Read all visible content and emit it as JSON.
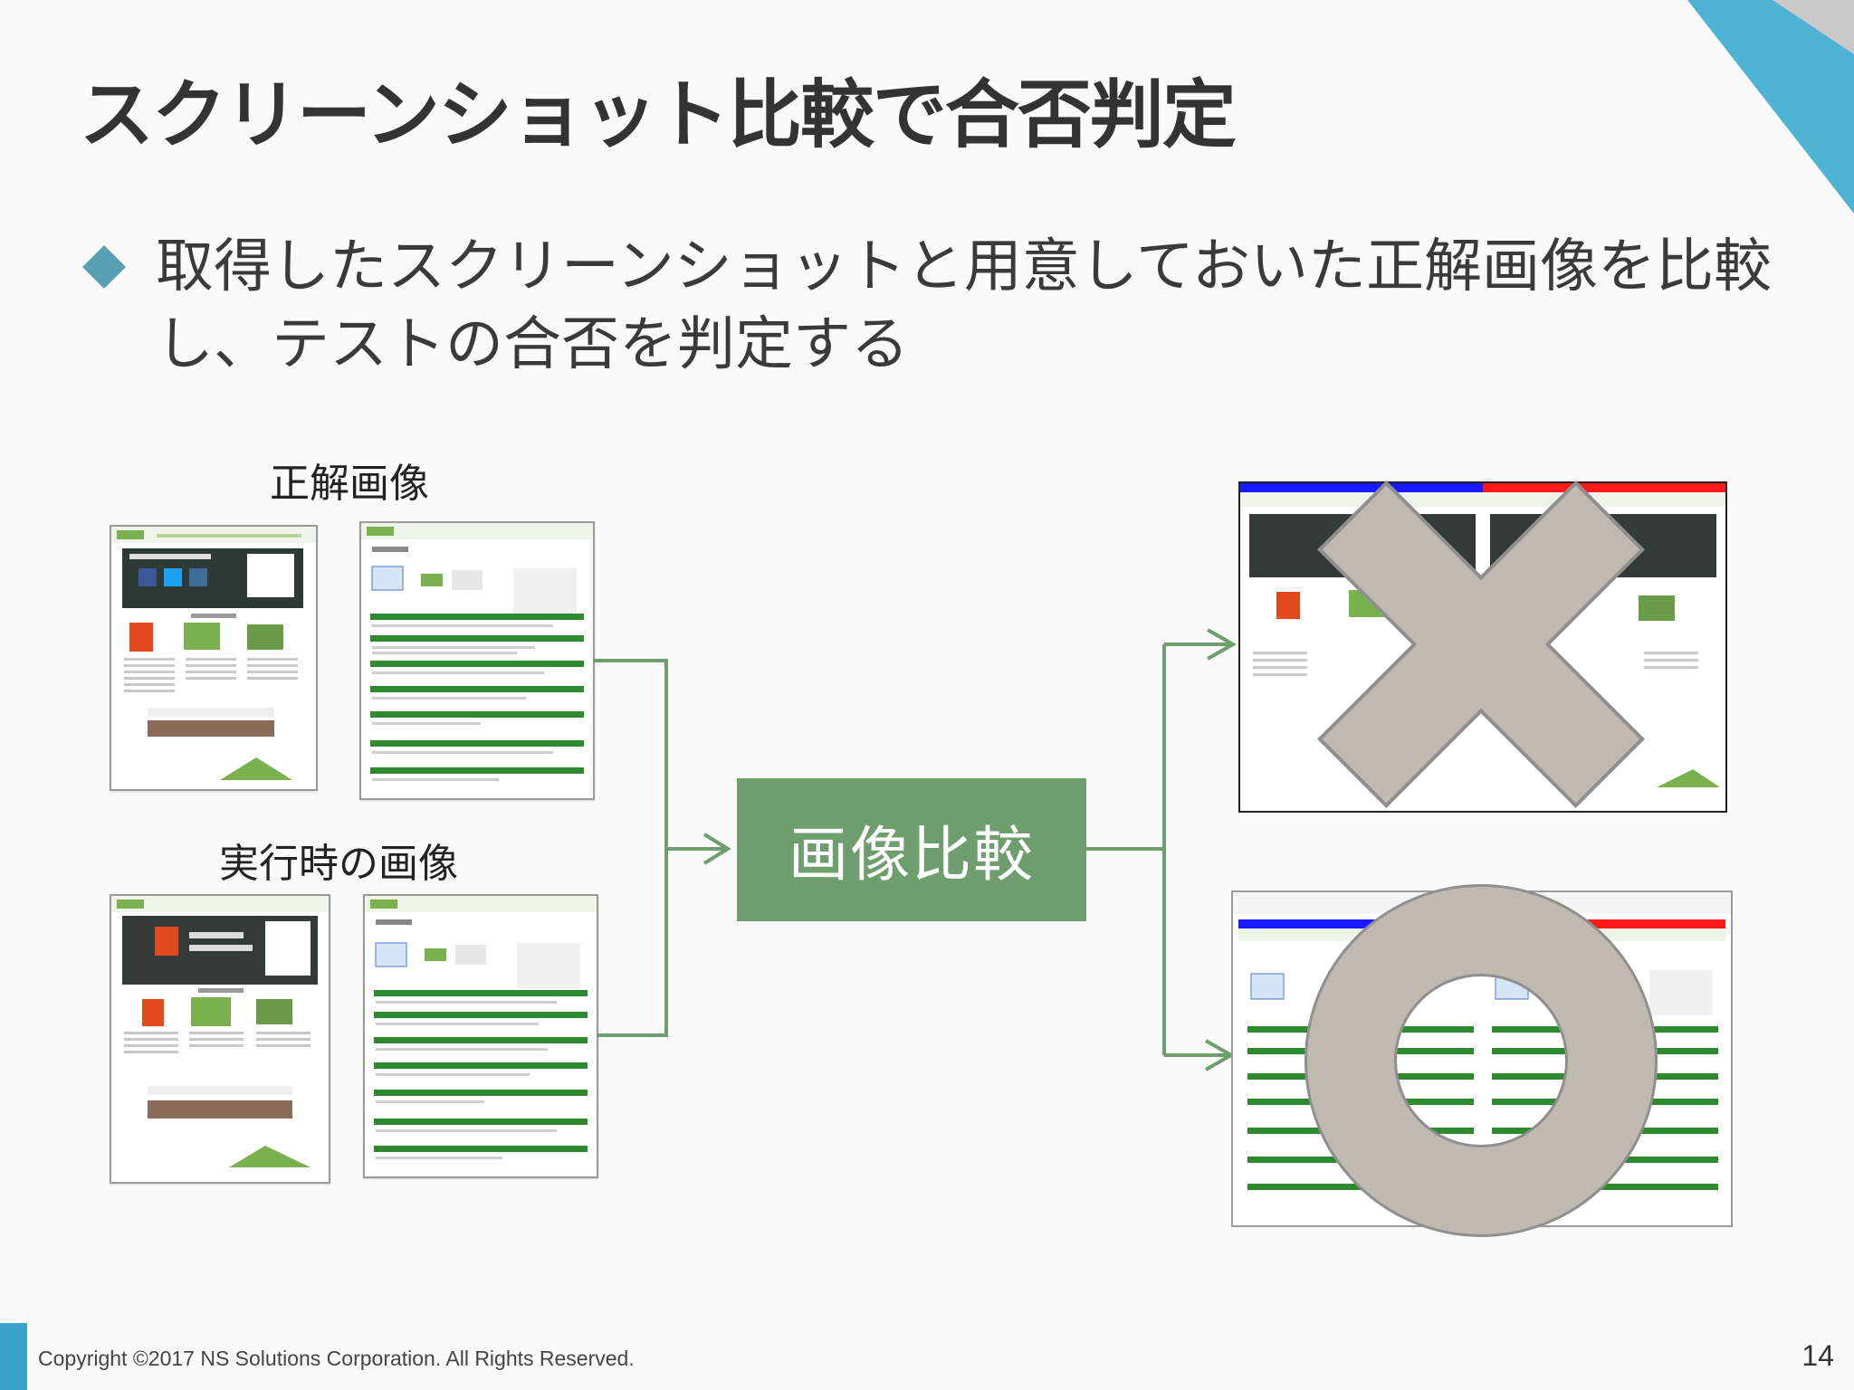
{
  "slide": {
    "title": "スクリーンショット比較で合否判定",
    "bullet": "取得したスクリーンショットと用意しておいた正解画像を比較し、テストの合否を判定する",
    "expected_label": "正解画像",
    "actual_label": "実行時の画像",
    "compare_label": "画像比較",
    "copyright": "Copyright ©2017 NS Solutions Corporation. All Rights Reserved.",
    "page_number": "14"
  },
  "colors": {
    "accent": "#3aa3c9",
    "corner": "#4fb3d6",
    "compare_box": "#6e9e6e",
    "connector": "#6e9e6e",
    "mark": "#bfbab0"
  },
  "icons": [
    "cross-mark-icon",
    "circle-mark-icon",
    "diamond-bullet-icon"
  ]
}
